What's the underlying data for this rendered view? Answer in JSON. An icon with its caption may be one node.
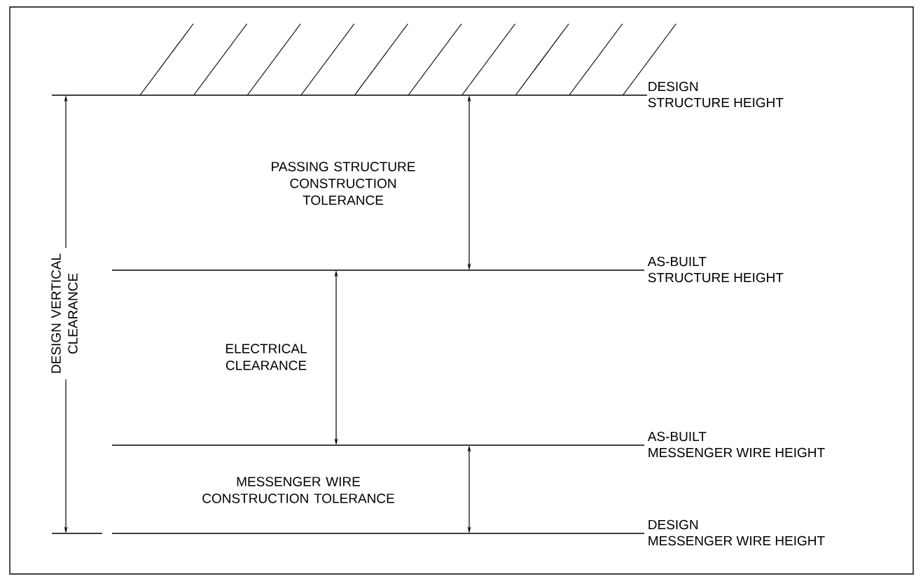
{
  "diagram": {
    "labels": [
      "DESIGN STRUCTURE HEIGHT",
      "PASSING STRUCTURE CONSTRUCTION TOLERANCE",
      "DESIGN VERTICAL CLEARANCE",
      "AS-BUILT STRUCTURE HEIGHT",
      "ELECTRICAL CLEARANCE",
      "AS-BUILT MESSENGER WIRE HEIGHT",
      "MESSENGER WIRE CONSTRUCTION TOLERANCE",
      "DESIGN MESSENGER WIRE HEIGHT"
    ]
  }
}
